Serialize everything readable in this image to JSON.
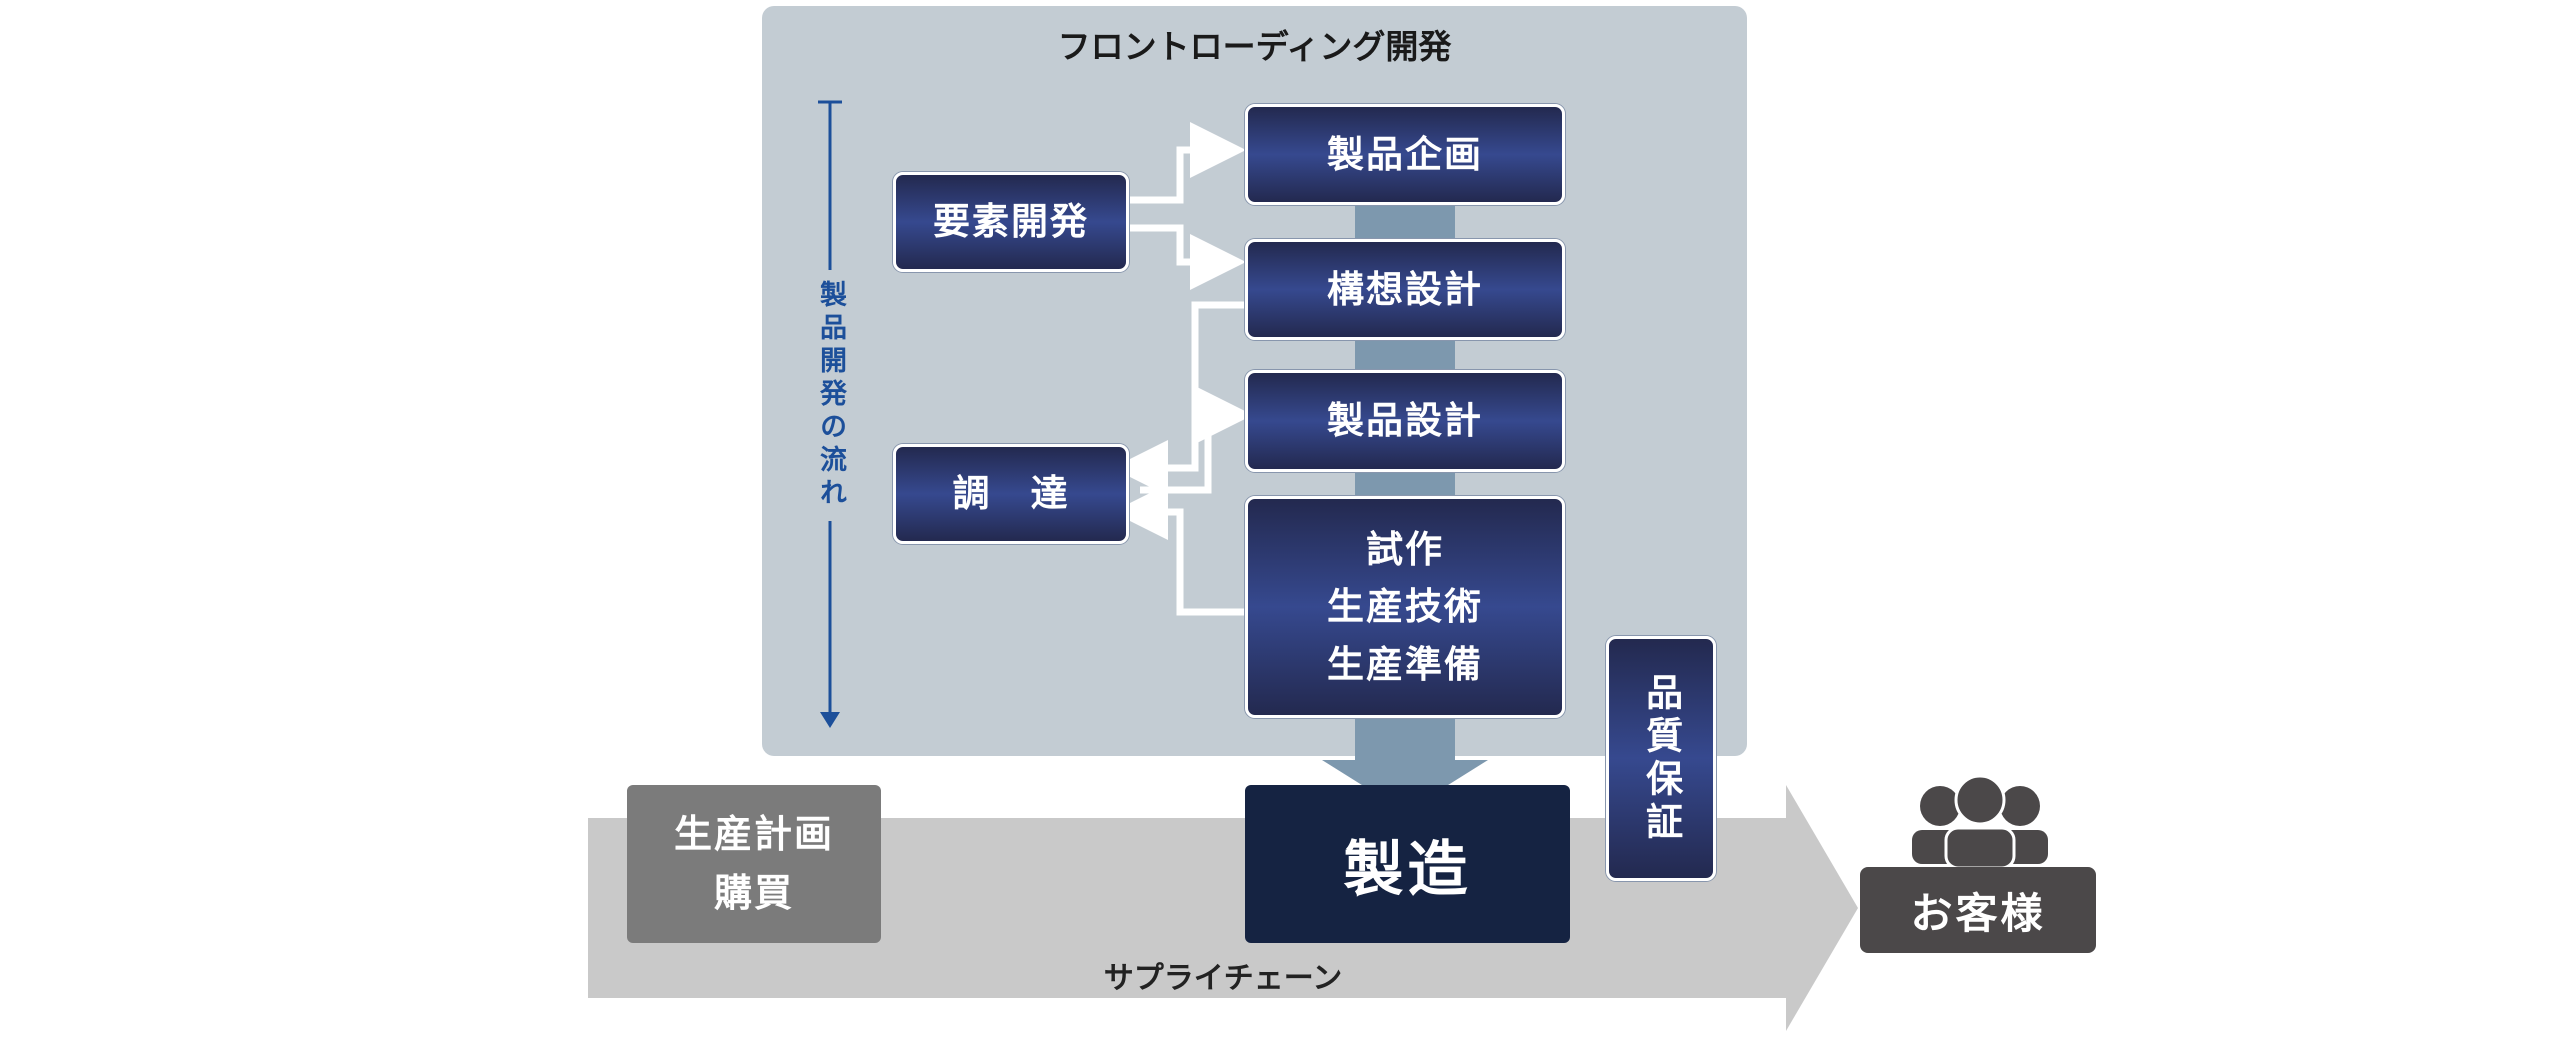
{
  "front_loading": {
    "title": "フロントローディング開発"
  },
  "flow_label": "製品開発の流れ",
  "left_boxes": {
    "element_dev": "要素開発",
    "procurement": "調　達"
  },
  "stages": {
    "product_planning": "製品企画",
    "concept_design": "構想設計",
    "product_design": "製品設計",
    "prototype": "試作\n生産技術\n生産準備"
  },
  "manufacturing": "製造",
  "production_planning": "生産計画\n購買",
  "quality_assurance": "品質保証",
  "supply_chain": "サプライチェーン",
  "customer": "お客様",
  "colors": {
    "panel": "#c3ccd3",
    "navy_box": "#2b3a70",
    "manufacturing": "#152342",
    "connector": "#7d98ae",
    "supply_band": "#c9c9c9",
    "customer": "#4b4849",
    "flow_line": "#1c4f9a"
  },
  "icons": {
    "customer_group": "people-group-icon"
  }
}
